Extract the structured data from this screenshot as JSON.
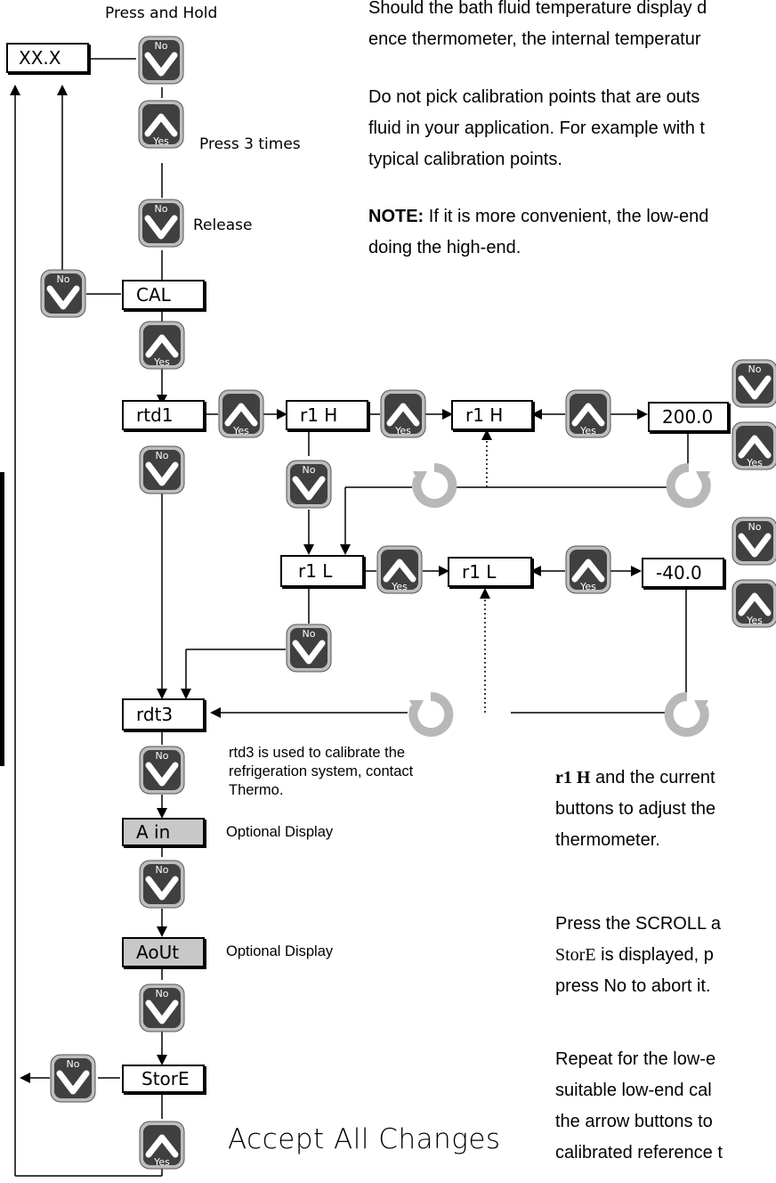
{
  "captions": {
    "press_hold": "Press and Hold",
    "press_3": "Press 3 times",
    "release": "Release",
    "rtd3_note_1": "rtd3 is used to calibrate the",
    "rtd3_note_2": "refrigeration system, contact",
    "rtd3_note_3": "Thermo.",
    "optional_1": "Optional Display",
    "optional_2": "Optional Display",
    "accept": "Accept All Changes"
  },
  "displays": {
    "xx": "XX.X",
    "cal": "CAL",
    "rtd1": "rtd1",
    "r1h_a": "r1 H",
    "r1h_b": "r1 H",
    "v200": "200.0",
    "r1l_a": "r1 L",
    "r1l_b": "r1 L",
    "vm40": "-40.0",
    "rdt3": "rdt3",
    "ain": "A in",
    "aout": "AoUt",
    "store": "StorE"
  },
  "buttons": {
    "yes": "Yes",
    "no": "No"
  },
  "text": {
    "p1_l1": "Should the bath fluid temperature display d",
    "p1_l2": "ence thermometer, the internal temperatur",
    "p2_l1": "Do not pick calibration points that are outs",
    "p2_l2": "fluid in your application. For example with t",
    "p2_l3": "typical calibration points.",
    "note_label": "NOTE:",
    "note_l1": " If it is more convenient, the low-end",
    "note_l2": "doing the high-end.",
    "r1h_bold": "r1 H",
    "p3_l1": " and the current",
    "p3_l2": "buttons to adjust the",
    "p3_l3": "thermometer.",
    "p4_l1": "Press the SCROLL a",
    "p4_l2_bold": "StorE",
    "p4_l2": " is displayed, p",
    "p4_l3": "press No to abort it.",
    "p5_l1": "Repeat for the low-e",
    "p5_l2": "suitable low-end cal",
    "p5_l3": "the arrow buttons to",
    "p5_l4": "calibrated reference t"
  }
}
